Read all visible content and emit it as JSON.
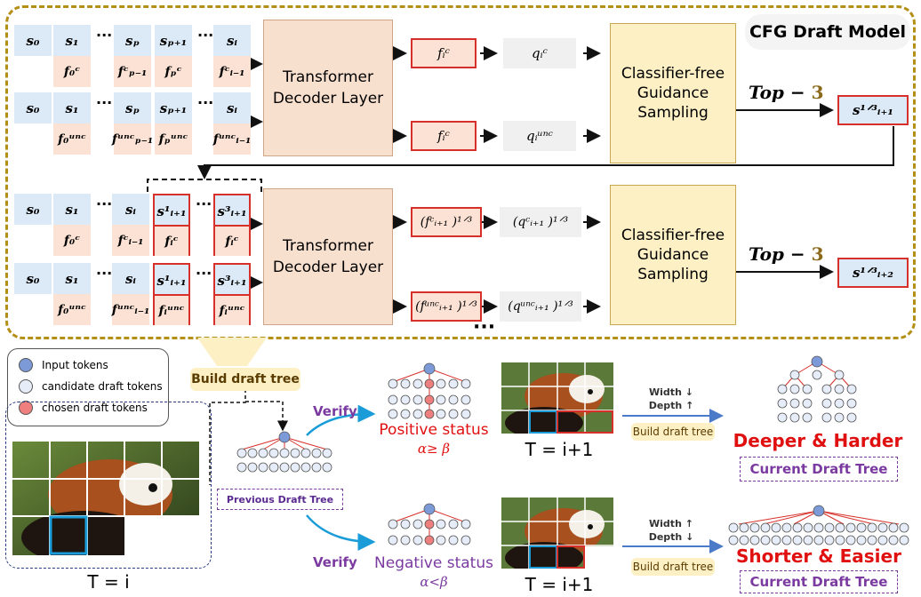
{
  "model_title": "CFG Draft Model",
  "tokens": {
    "s0": "s₀",
    "s1": "s₁",
    "sP": "sₚ",
    "sP1": "sₚ₊₁",
    "si": "sᵢ",
    "s1_i1": "s¹ᵢ₊₁",
    "s3_i1": "s³ᵢ₊₁",
    "f0c": "f₀ᶜ",
    "fP1c": "fᶜₚ₋₁",
    "fPc": "fₚᶜ",
    "fi1c": "fᶜᵢ₋₁",
    "f0u": "f₀ᵘⁿᶜ",
    "fP1u": "fᵘⁿᶜₚ₋₁",
    "fPu": "fₚᵘⁿᶜ",
    "fi1u": "fᵘⁿᶜᵢ₋₁",
    "fic": "fᵢᶜ",
    "fiu": "fᵢᵘⁿᶜ",
    "dots": "···"
  },
  "transformer_label": "Transformer Decoder Layer",
  "cfg_label": "Classifier-free Guidance Sampling",
  "outputs": {
    "f_c": "fᵢᶜ",
    "q_c": "qᵢᶜ",
    "f_u": "fᵢᶜ",
    "q_u": "qᵢᵘⁿᶜ",
    "f2_c": "(fᶜᵢ₊₁ )¹ᐟ³",
    "q2_c": "(qᶜᵢ₊₁ )¹ᐟ³",
    "f2_u": "(fᵘⁿᶜᵢ₊₁ )¹ᐟ³",
    "q2_u": "(qᵘⁿᶜᵢ₊₁ )¹ᐟ³",
    "ellipsis": "···"
  },
  "topk": {
    "text": "Top − ",
    "k": "3"
  },
  "sout1": "s¹ᐟ³ᵢ₊₁",
  "sout2": "s¹ᐟ³ᵢ₊₂",
  "legend": {
    "items": [
      {
        "label": "Input tokens",
        "color": "#7d9ad8"
      },
      {
        "label": "candidate draft tokens",
        "color": "#e6ecf8"
      },
      {
        "label": "chosen draft tokens",
        "color": "#ef7e7e"
      }
    ]
  },
  "build_draft_tree": "Build draft tree",
  "previous_tree": "Previous Draft Tree",
  "verify": "Verify",
  "positive": {
    "label": "Positive status",
    "cond": "α≥ β"
  },
  "negative": {
    "label": "Negative status",
    "cond": "α<β"
  },
  "t_i": "T = i",
  "t_i1": "T = i+1",
  "width_down": "Width ↓",
  "depth_up": "Depth ↑",
  "width_up": "Width ↑",
  "depth_down": "Depth ↓",
  "build_small": "Build draft tree",
  "deeper": "Deeper & Harder",
  "shorter": "Shorter & Easier",
  "current_tree": "Current Draft Tree",
  "colors": {
    "accent": "#b48f16",
    "red": "#e01010",
    "purple": "#7a3aa0",
    "blue": "#2a68c8"
  }
}
